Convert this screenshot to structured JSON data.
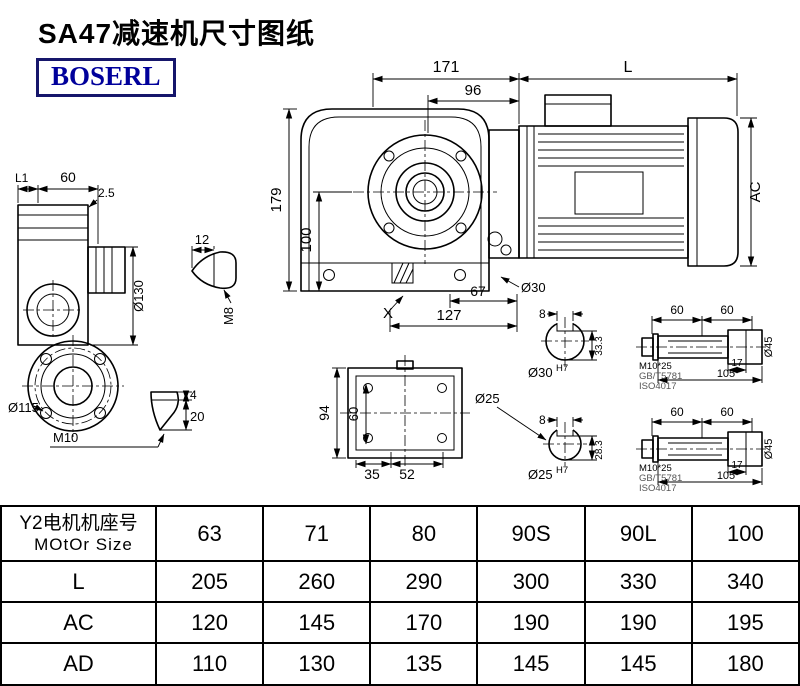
{
  "page": {
    "title": "SA47减速机尺寸图纸",
    "logo": "BOSERL"
  },
  "drawing": {
    "front_view": {
      "w171": "171",
      "w96": "96",
      "h179": "179",
      "h100": "100",
      "w67": "67",
      "w127": "127",
      "x_label": "X",
      "bore_callout": "Ø30"
    },
    "motor": {
      "length_label": "L",
      "height_label": "AC"
    },
    "side_view": {
      "l1_label": "L1",
      "w60": "60",
      "t2_5": "2.5",
      "d130": "Ø130"
    },
    "flange_view": {
      "d115": "Ø115",
      "bolt_thread": "M10"
    },
    "key_detail_top": {
      "w12": "12",
      "thread": "M8"
    },
    "key_detail_bottom": {
      "h4": "4",
      "h20": "20"
    },
    "bottom_view": {
      "h94": "94",
      "h60": "60",
      "w35": "35",
      "w52": "52"
    },
    "section_30": {
      "key_width": "8",
      "key_depth": "33.3",
      "bore": "Ø30",
      "fit": "H7"
    },
    "section_25": {
      "key_width": "8",
      "key_depth": "28.3",
      "bore": "Ø25",
      "fit": "H7",
      "callout": "Ø25"
    },
    "shaft_end": {
      "seg_a": "60",
      "seg_b": "60",
      "d17": "17",
      "len105": "105",
      "d45": "Ø45",
      "bolt": "M10*25",
      "std_gb": "GB/T5781",
      "std_iso": "ISO4017"
    }
  },
  "table": {
    "motor_row_label_cn": "Y2电机机座号",
    "motor_row_label_en": "MOtOr Size",
    "sizes": [
      "63",
      "71",
      "80",
      "90S",
      "90L",
      "100"
    ],
    "rows": [
      {
        "label": "L",
        "values": [
          "205",
          "260",
          "290",
          "300",
          "330",
          "340"
        ]
      },
      {
        "label": "AC",
        "values": [
          "120",
          "145",
          "170",
          "190",
          "190",
          "195"
        ]
      },
      {
        "label": "AD",
        "values": [
          "110",
          "130",
          "135",
          "145",
          "145",
          "180"
        ]
      }
    ]
  },
  "colors": {
    "logo_blue": "#00009b",
    "line": "#000000"
  }
}
